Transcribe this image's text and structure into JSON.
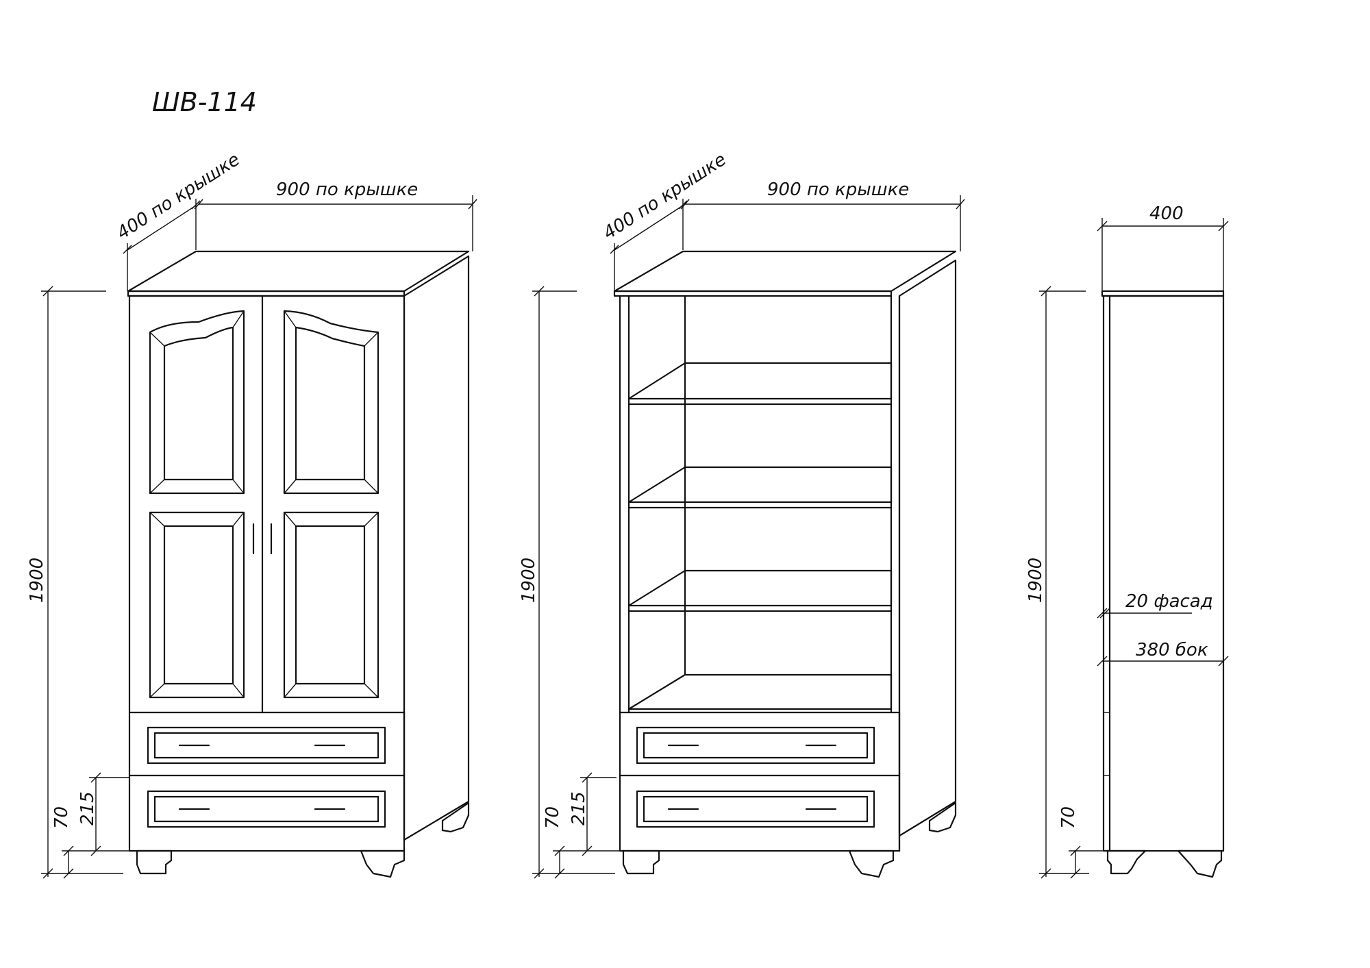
{
  "title": "ШВ-114",
  "views": {
    "closed": {
      "depth_label": "400 по крышке",
      "width_label": "900 по крышке",
      "height_label": "1900",
      "leg_label": "70",
      "drawer_label": "215"
    },
    "open": {
      "depth_label": "400 по крышке",
      "width_label": "900 по крышке",
      "height_label": "1900",
      "leg_label": "70",
      "drawer_label": "215"
    },
    "side": {
      "depth_label": "400",
      "height_label": "1900",
      "facade_label": "20 фасад",
      "side_label": "380 бок",
      "leg_label": "70"
    }
  },
  "colors": {
    "line": "#111111",
    "background": "#ffffff"
  }
}
